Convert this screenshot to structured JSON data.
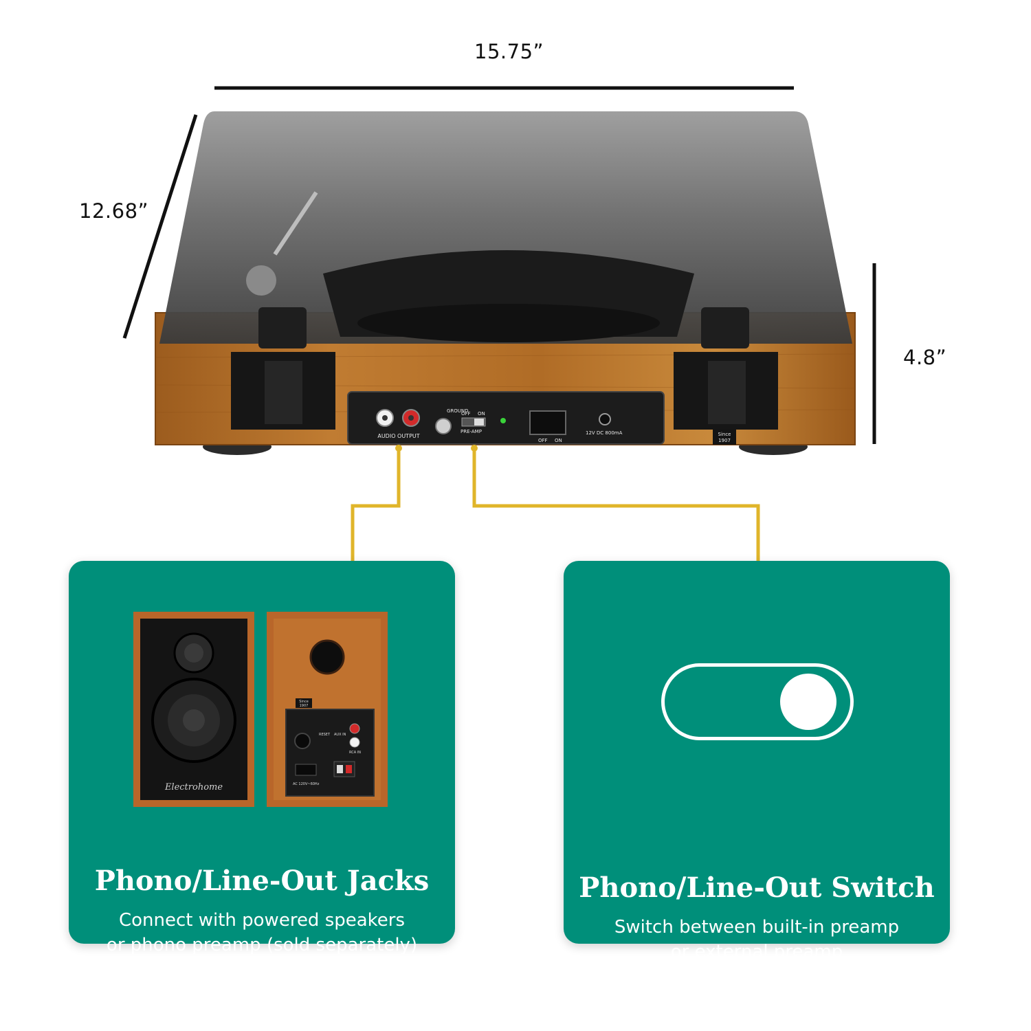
{
  "dimensions": {
    "width": "15.75”",
    "depth": "12.68”",
    "height": "4.8”"
  },
  "turntable": {
    "panel_labels": {
      "audio_output": "AUDIO OUTPUT",
      "ground": "GROUND",
      "off": "OFF",
      "on": "ON",
      "preamp": "PRE-AMP",
      "power_off": "OFF",
      "power_on": "ON",
      "power_spec": "12V DC 800mA"
    },
    "badge": [
      "Since",
      "1907"
    ]
  },
  "speakers": {
    "brand": "Electrohome",
    "badge": [
      "Since",
      "1907"
    ],
    "rear_labels": {
      "reset": "RESET",
      "aux_in": "AUX IN",
      "rca_in": "RCA IN",
      "ac": "AC 120V~60Hz"
    }
  },
  "cards": [
    {
      "title": "Phono/Line-Out Jacks",
      "description_line1": "Connect with powered speakers",
      "description_line2": "or phono preamp (sold separately)"
    },
    {
      "title": "Phono/Line-Out Switch",
      "description_line1": "Switch between built-in preamp",
      "description_line2": "or external preamp",
      "toggle_state": "on"
    }
  ],
  "colors": {
    "card_green": "#008f7a",
    "connector_yellow": "#e0b52a",
    "wood": "#b8732a",
    "panel_black": "#1a1a1a"
  }
}
